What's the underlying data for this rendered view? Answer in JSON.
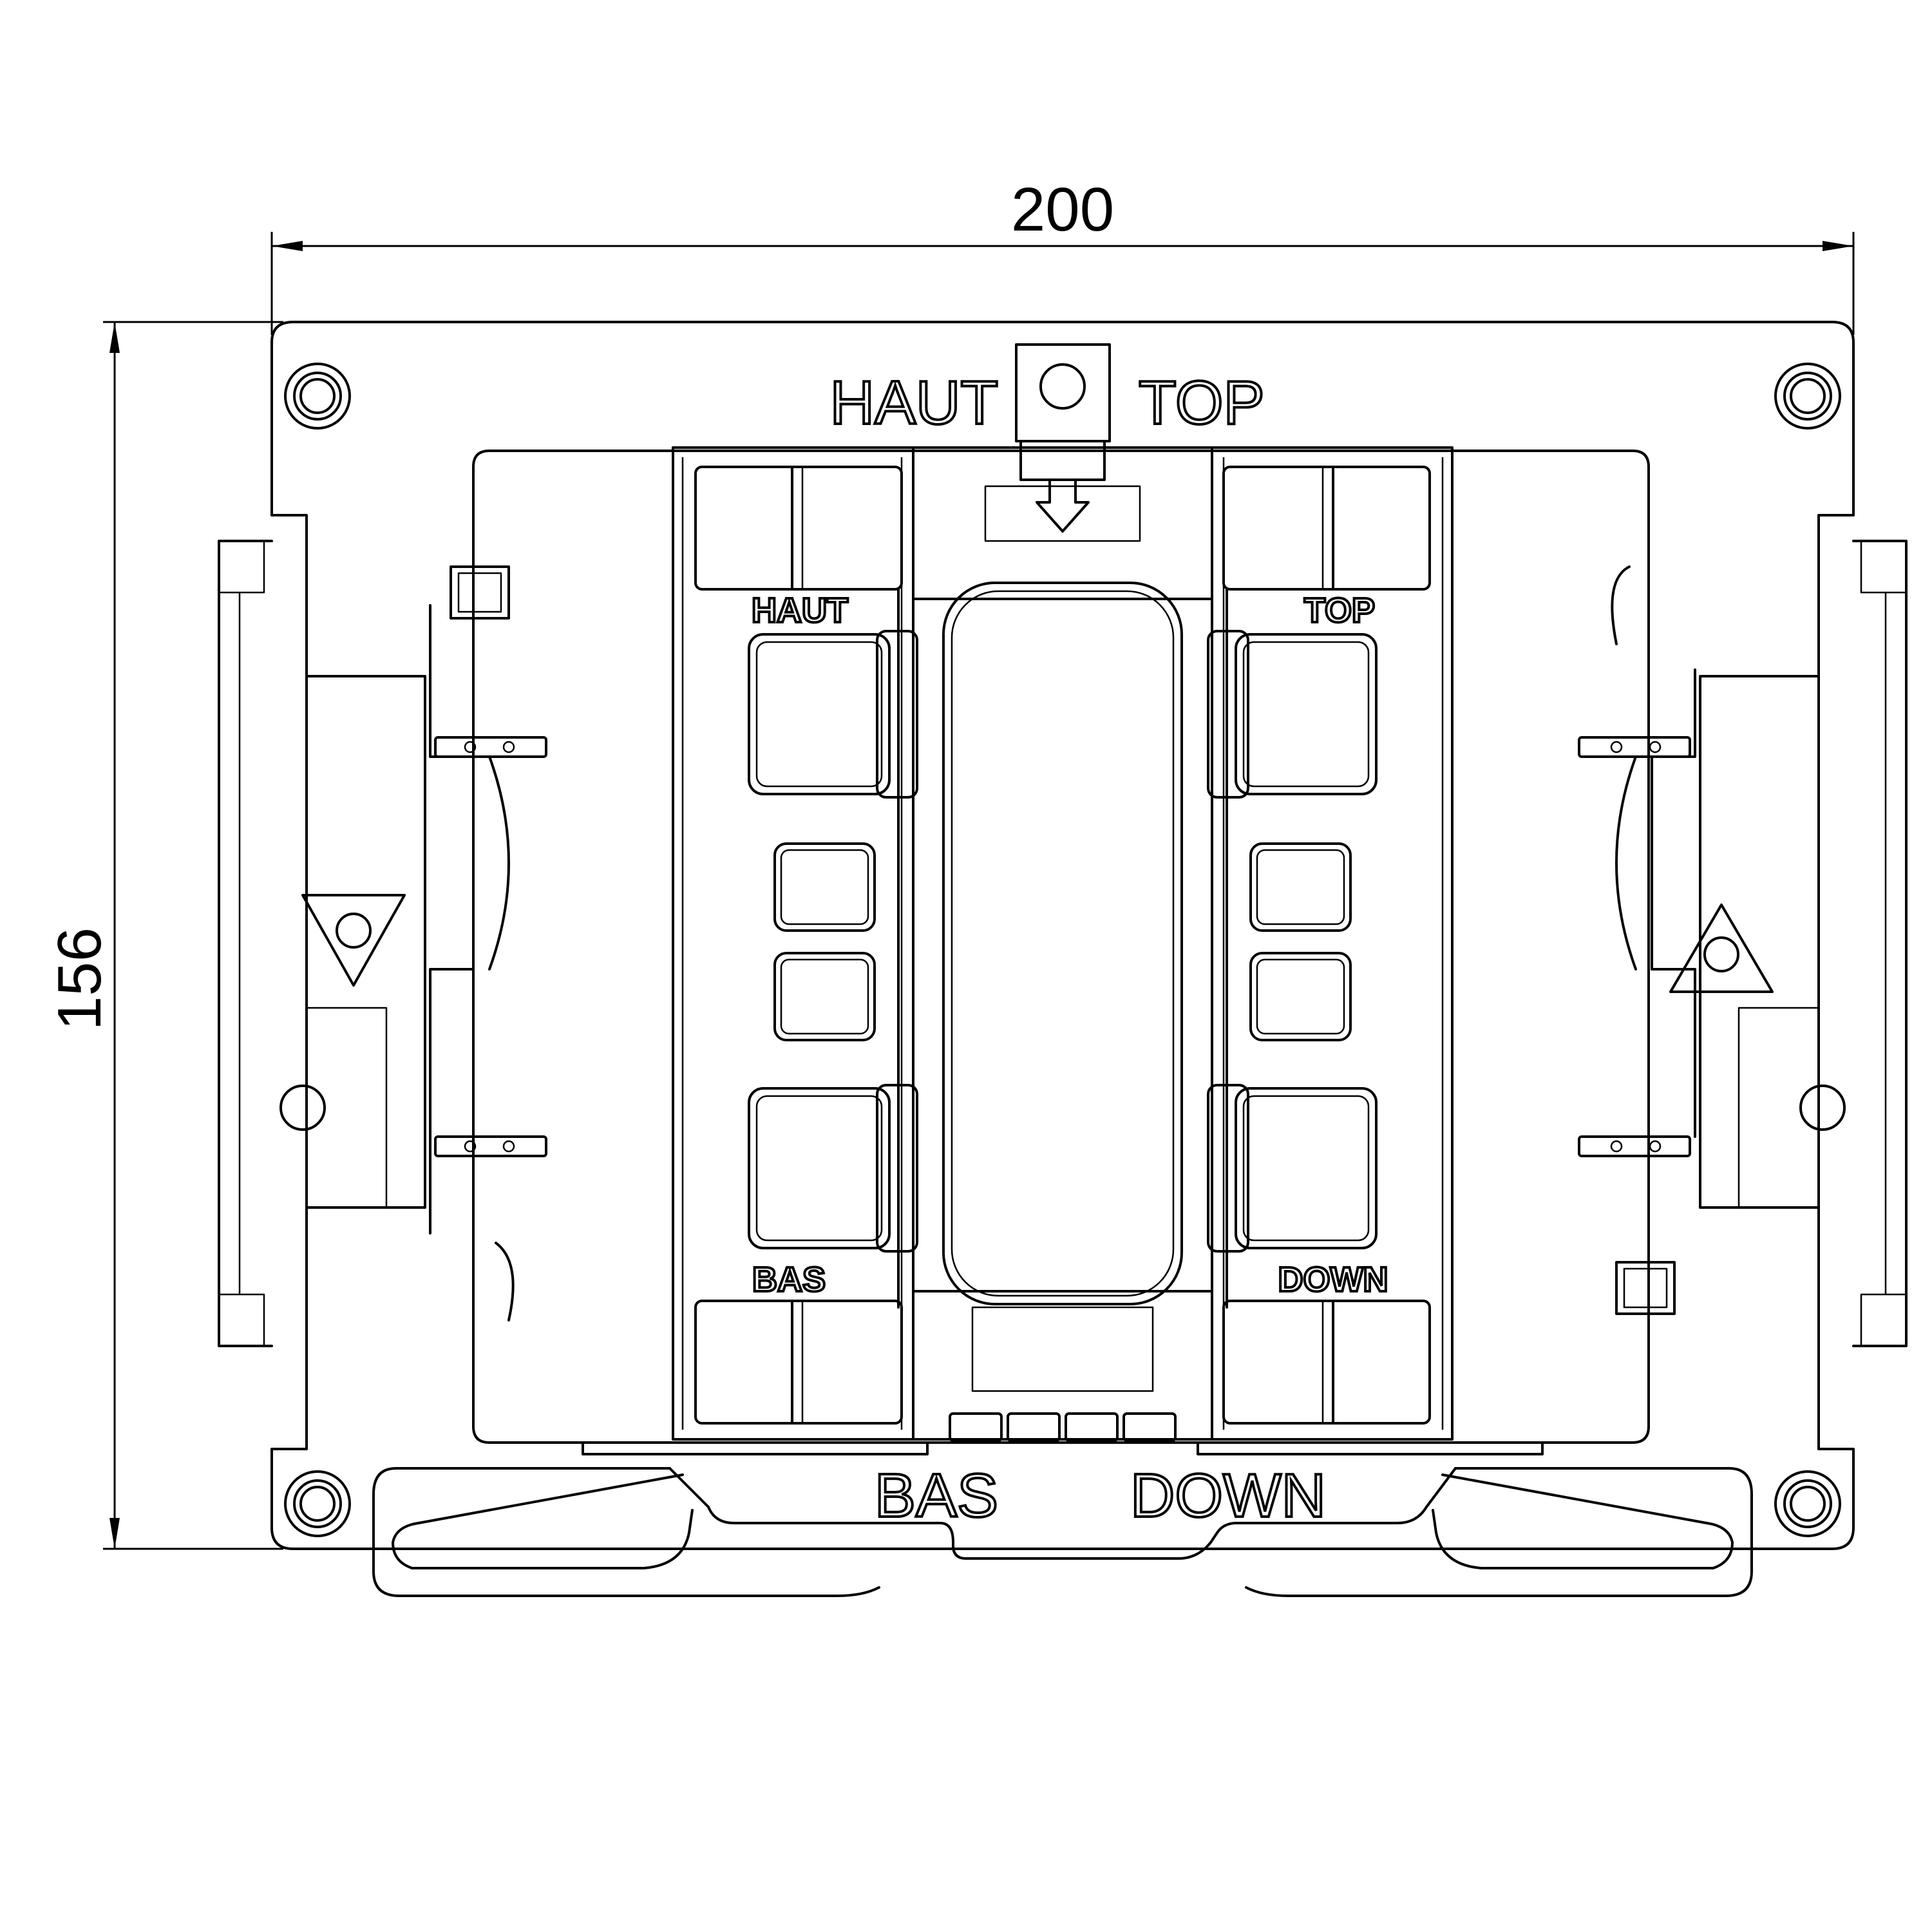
{
  "dimensions": {
    "width_value": "200",
    "height_value": "156"
  },
  "labels": {
    "top_left": "HAUT",
    "top_right": "TOP",
    "bottom_left": "BAS",
    "bottom_right": "DOWN",
    "slot_left_top": "HAUT",
    "slot_right_top": "TOP",
    "slot_left_bottom": "BAS",
    "slot_right_bottom": "DOWN"
  }
}
